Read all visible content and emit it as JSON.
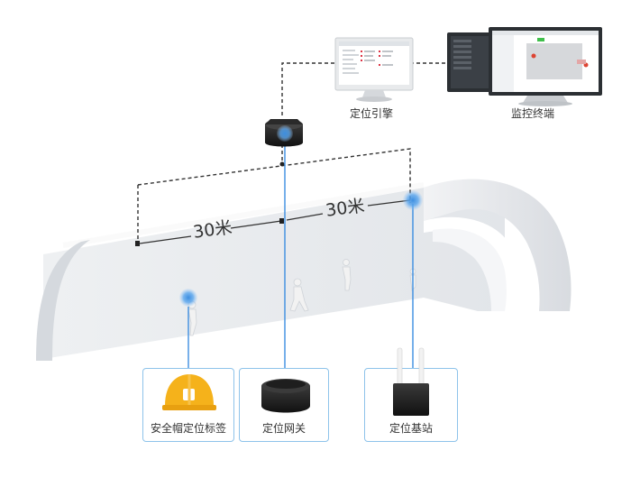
{
  "labels": {
    "engine": "定位引擎",
    "monitor": "监控终端",
    "distance_left": "30米",
    "distance_right": "30米"
  },
  "devices": [
    {
      "id": "helmet",
      "label": "安全帽定位标签"
    },
    {
      "id": "gateway",
      "label": "定位网关"
    },
    {
      "id": "station",
      "label": "定位基站"
    }
  ],
  "colors": {
    "signal": "#3d8ee0",
    "card_border": "#8ec3ea",
    "helmet": "#f5b21b",
    "tunnel": "#e9ebee",
    "dashed": "#333333"
  }
}
